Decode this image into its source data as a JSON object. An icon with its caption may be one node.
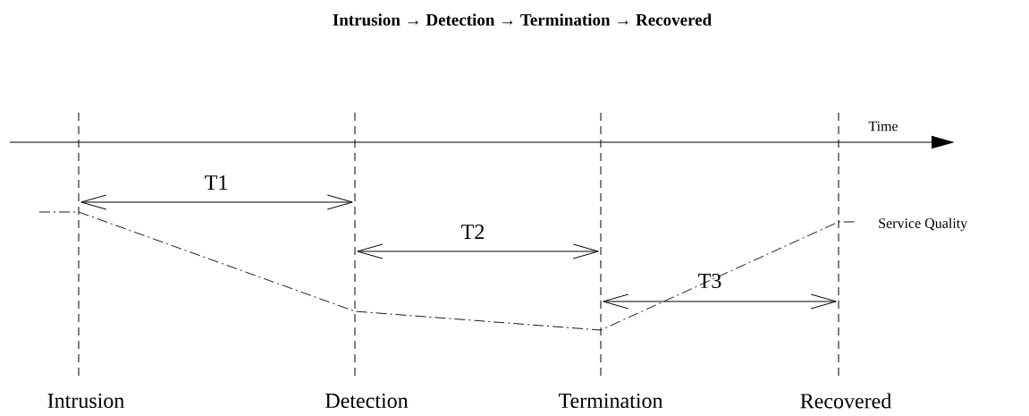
{
  "diagram": {
    "title": "Intrusion → Detection → Termination → Recovered",
    "labels": [
      "Time",
      "T1",
      "Service Quality",
      "T2",
      "T3",
      "Intrusion",
      "Detection",
      "Termination",
      "Recovered"
    ]
  }
}
